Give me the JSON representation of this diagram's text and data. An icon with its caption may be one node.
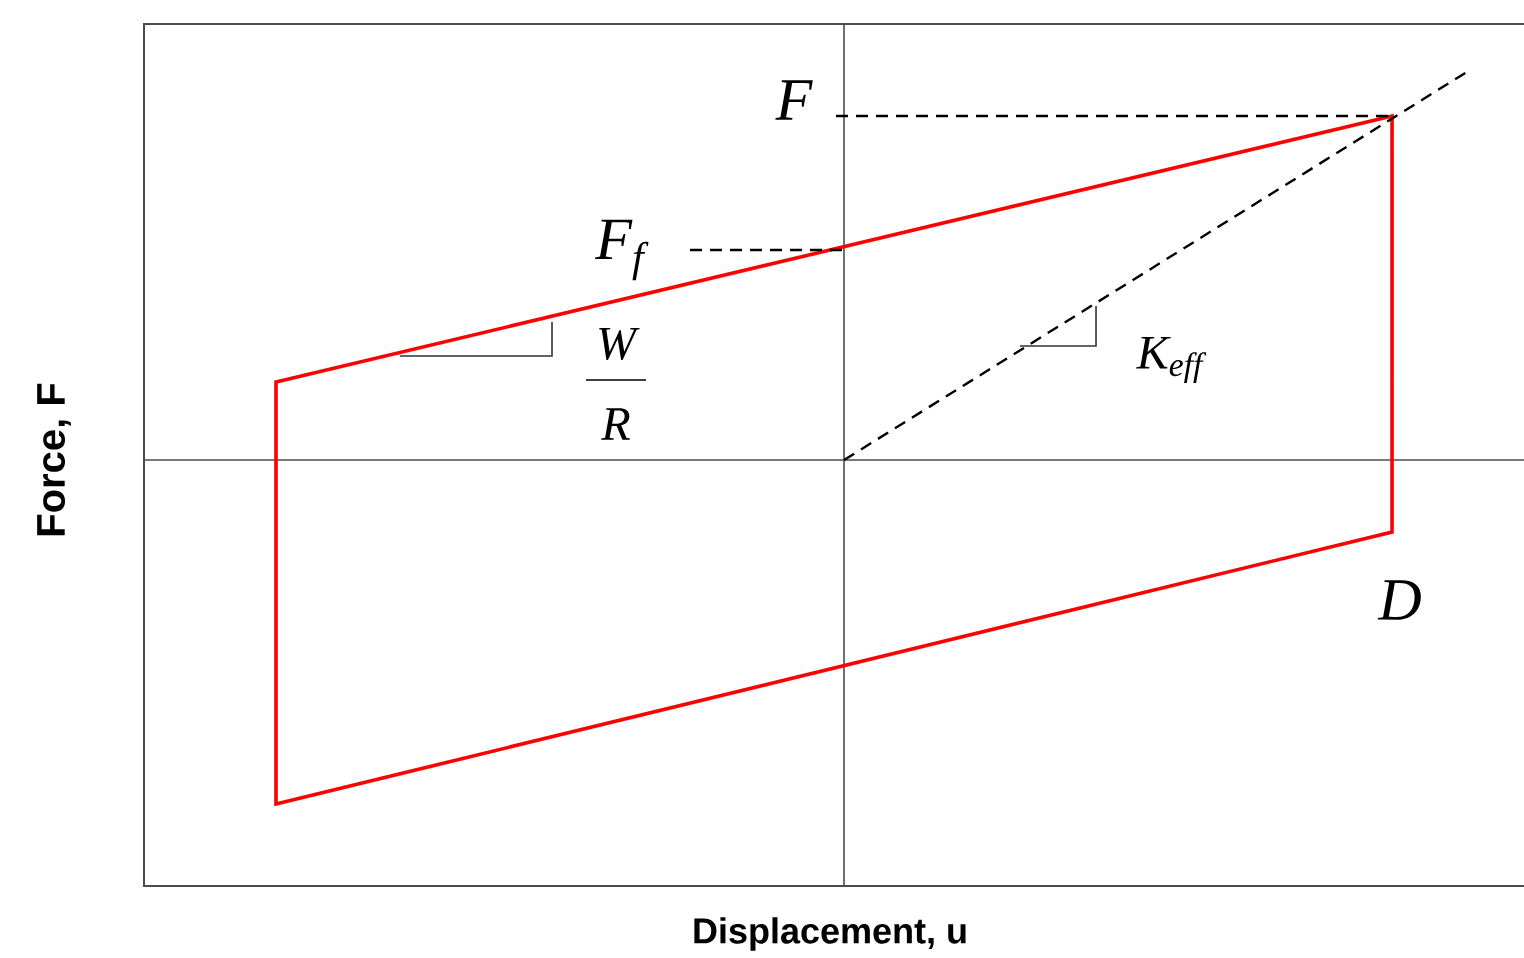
{
  "diagram": {
    "labels": [
      "F",
      "F$_{f}$",
      "W",
      "R",
      "K$_{eff}$",
      "D",
      "Force, F",
      "Displacement, u"
    ]
  }
}
